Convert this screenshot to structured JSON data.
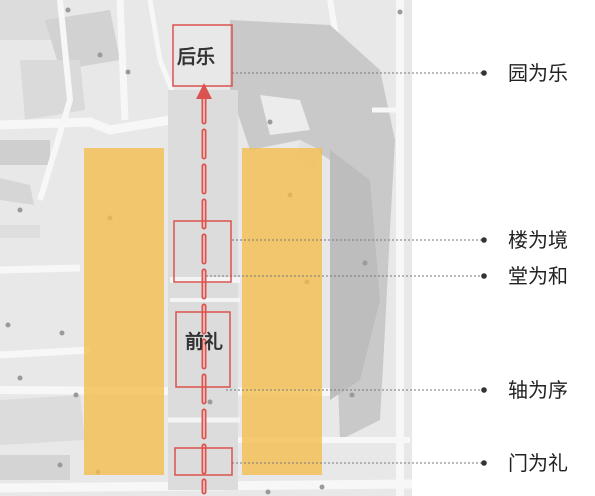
{
  "diagram": {
    "box_labels": {
      "rear": "后乐",
      "front": "前礼"
    },
    "callouts": [
      {
        "id": "garden",
        "text": "园为乐"
      },
      {
        "id": "tower",
        "text": "楼为境"
      },
      {
        "id": "hall",
        "text": "堂为和"
      },
      {
        "id": "axis",
        "text": "轴为序"
      },
      {
        "id": "gate",
        "text": "门为礼"
      }
    ],
    "colors": {
      "map_background": "#e8e8e8",
      "map_light": "#f6f6f6",
      "map_dark": "#c8c8c8",
      "corridor": "#f3bc4a",
      "axis": "#d9534f",
      "leader": "#777777"
    },
    "icons": {
      "axis_arrow": "arrow-up-icon",
      "callout_dot": "bullet-dot-icon"
    }
  }
}
